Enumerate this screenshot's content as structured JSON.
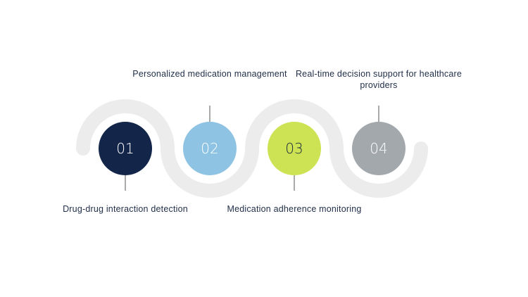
{
  "steps": [
    {
      "number": "01",
      "label": "Drug-drug interaction detection",
      "color": "#13264a",
      "text_color": "#ffffff",
      "label_position": "below"
    },
    {
      "number": "02",
      "label": "Personalized medication management",
      "color": "#8ec3e3",
      "text_color": "#ffffff",
      "label_position": "above"
    },
    {
      "number": "03",
      "label": "Medication adherence monitoring",
      "color": "#cde353",
      "text_color": "#1b2a3a",
      "label_position": "below"
    },
    {
      "number": "04",
      "label": "Real-time decision support for healthcare providers",
      "color": "#a3a8ad",
      "text_color": "#ffffff",
      "label_position": "above"
    }
  ],
  "wave_color": "#ececec",
  "connector_color": "#555555"
}
